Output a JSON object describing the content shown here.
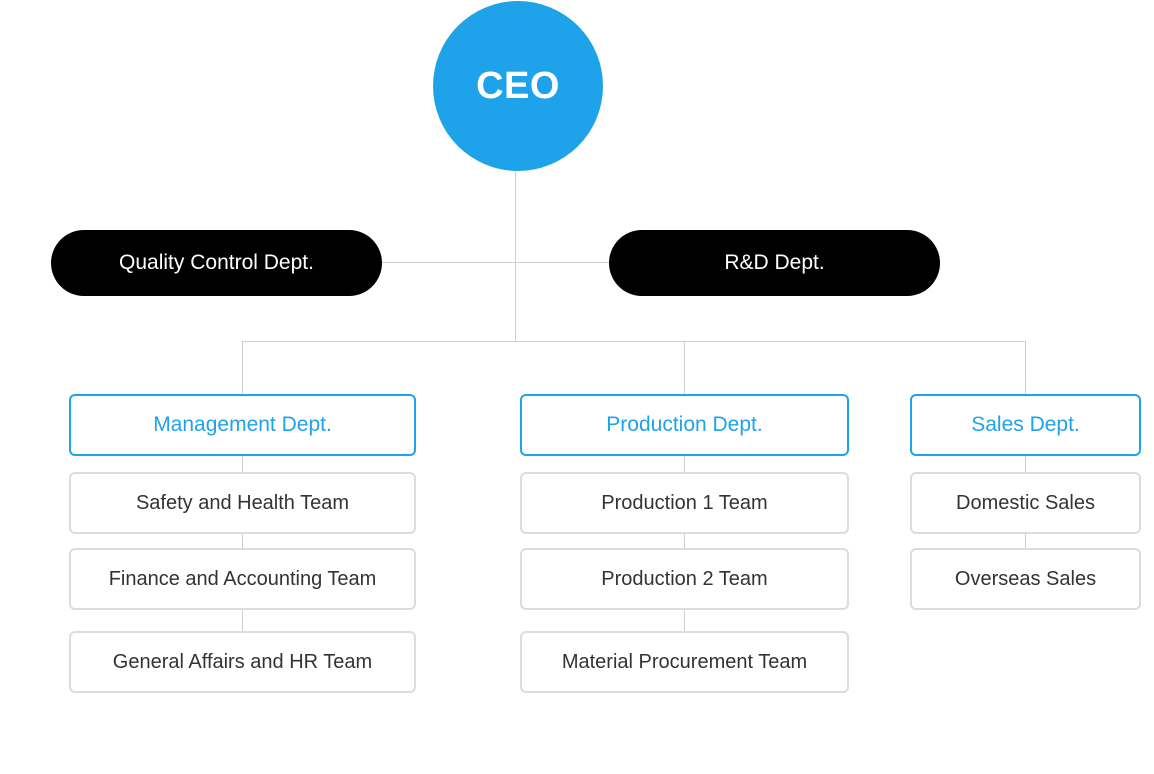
{
  "ceo": {
    "label": "CEO"
  },
  "staff_departments": [
    {
      "label": "Quality Control Dept."
    },
    {
      "label": "R&D Dept."
    }
  ],
  "departments": [
    {
      "label": "Management Dept.",
      "teams": [
        "Safety and Health Team",
        "Finance and Accounting Team",
        "General Affairs and HR Team"
      ]
    },
    {
      "label": "Production Dept.",
      "teams": [
        "Production 1 Team",
        "Production 2 Team",
        "Material Procurement Team"
      ]
    },
    {
      "label": "Sales Dept.",
      "teams": [
        "Domestic Sales",
        "Overseas Sales"
      ]
    }
  ],
  "colors": {
    "accent": "#1ea3ea",
    "staff_pill": "#000000",
    "connector": "#cfcfcf",
    "team_border": "#dcdcdc"
  }
}
